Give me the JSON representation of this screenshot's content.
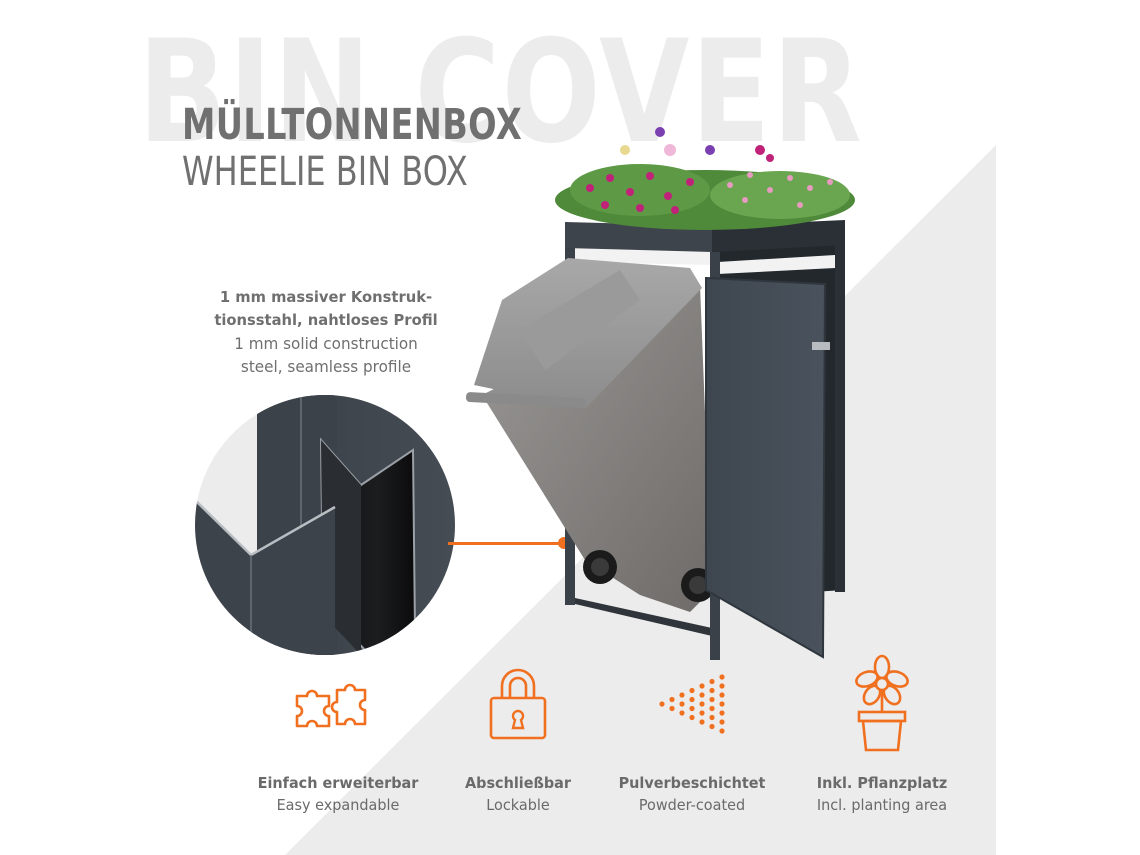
{
  "header": {
    "watermark": "BIN COVER",
    "title_de": "MÜLLTONNENBOX",
    "title_en": "WHEELIE BIN BOX"
  },
  "callout": {
    "line1_de": "1 mm massiver Konstruk-",
    "line2_de": "tionsstahl, nahtloses Profil",
    "line1_en": "1 mm solid construction",
    "line2_en": "steel, seamless profile",
    "detail_image": "steel-profile-closeup",
    "connector_color": "#f07020"
  },
  "product": {
    "image": "wheelie-bin-box-with-planter",
    "door_state": "open",
    "contains": "grey-wheelie-bin"
  },
  "features": [
    {
      "icon": "puzzle-icon",
      "label_de": "Einfach erweiterbar",
      "label_en": "Easy expandable"
    },
    {
      "icon": "padlock-icon",
      "label_de": "Abschließbar",
      "label_en": "Lockable"
    },
    {
      "icon": "spray-dots-icon",
      "label_de": "Pulverbeschichtet",
      "label_en": "Powder-coated"
    },
    {
      "icon": "flower-pot-icon",
      "label_de": "Inkl. Pflanzplatz",
      "label_en": "Incl. planting area"
    }
  ],
  "colors": {
    "accent": "#f07020",
    "text": "#6e6e6e",
    "watermark": "#ececec",
    "background_shape": "#ececec",
    "steel": "#3b4148"
  }
}
